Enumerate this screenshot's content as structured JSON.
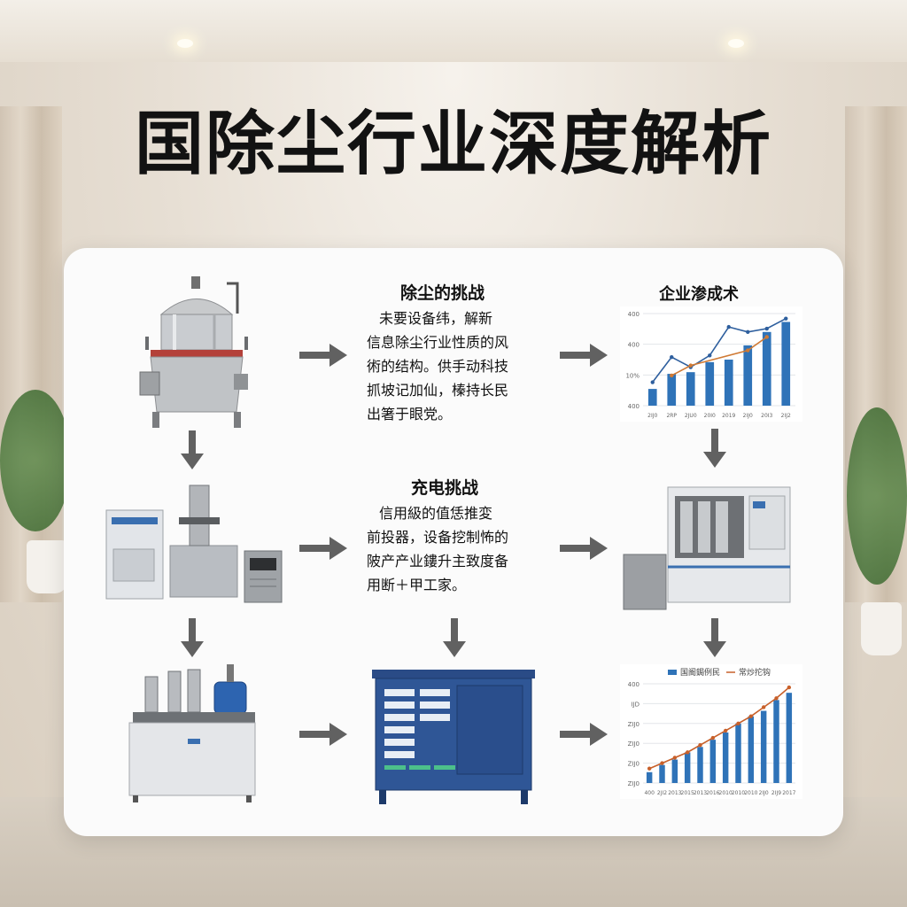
{
  "title": "国除尘行业深度解析",
  "sections": [
    {
      "heading": "除尘的挑战",
      "lines": [
        "未要设备纬，解新",
        "信息除尘行业性质的风",
        "術的结构。供手动科技",
        "抓坡记加仙，榛持长民",
        "出箸于眼党。"
      ]
    },
    {
      "heading": "充电挑战",
      "lines": [
        "信用級的值恁推変",
        "前投器，设备挖制怖的",
        "陂产产业鏤升主致度备",
        "用断＋甲工家。"
      ]
    }
  ],
  "chart_top": {
    "title": "企业渗成术",
    "categories": [
      "2IJ0",
      "2RP",
      "2JU0",
      "20I0",
      "2019",
      "2IJ0",
      "20I3",
      "2IJ2"
    ],
    "values": [
      20,
      38,
      40,
      52,
      55,
      72,
      88,
      100
    ],
    "line1": [
      28,
      58,
      46,
      60,
      94,
      88,
      92,
      104
    ],
    "line2": [
      null,
      36,
      48,
      null,
      null,
      66,
      82,
      null
    ],
    "yticks": [
      "400",
      "10%",
      "400",
      "400"
    ],
    "colors": {
      "bar": "#2f73b8",
      "line1": "#2e5f9e",
      "line2": "#d07a34"
    }
  },
  "chart_bottom": {
    "legend": [
      "国阍鋦例民",
      "常炒拕钩"
    ],
    "categories": [
      "400",
      "2JI2",
      "2013",
      "2015",
      "2013",
      "2016",
      "2010",
      "2010",
      "2010",
      "2IJ0",
      "2IJ9",
      "2017"
    ],
    "values": [
      12,
      20,
      26,
      34,
      40,
      48,
      56,
      66,
      74,
      80,
      92,
      100
    ],
    "line": [
      16,
      22,
      28,
      34,
      42,
      50,
      58,
      66,
      74,
      84,
      94,
      106
    ],
    "yticks": [
      "ZIJ0",
      "ZIJ0",
      "ZIJ0",
      "ZIJ0",
      "IJD",
      "400"
    ],
    "colors": {
      "bar": "#2f73b8",
      "line": "#c8602a"
    }
  }
}
